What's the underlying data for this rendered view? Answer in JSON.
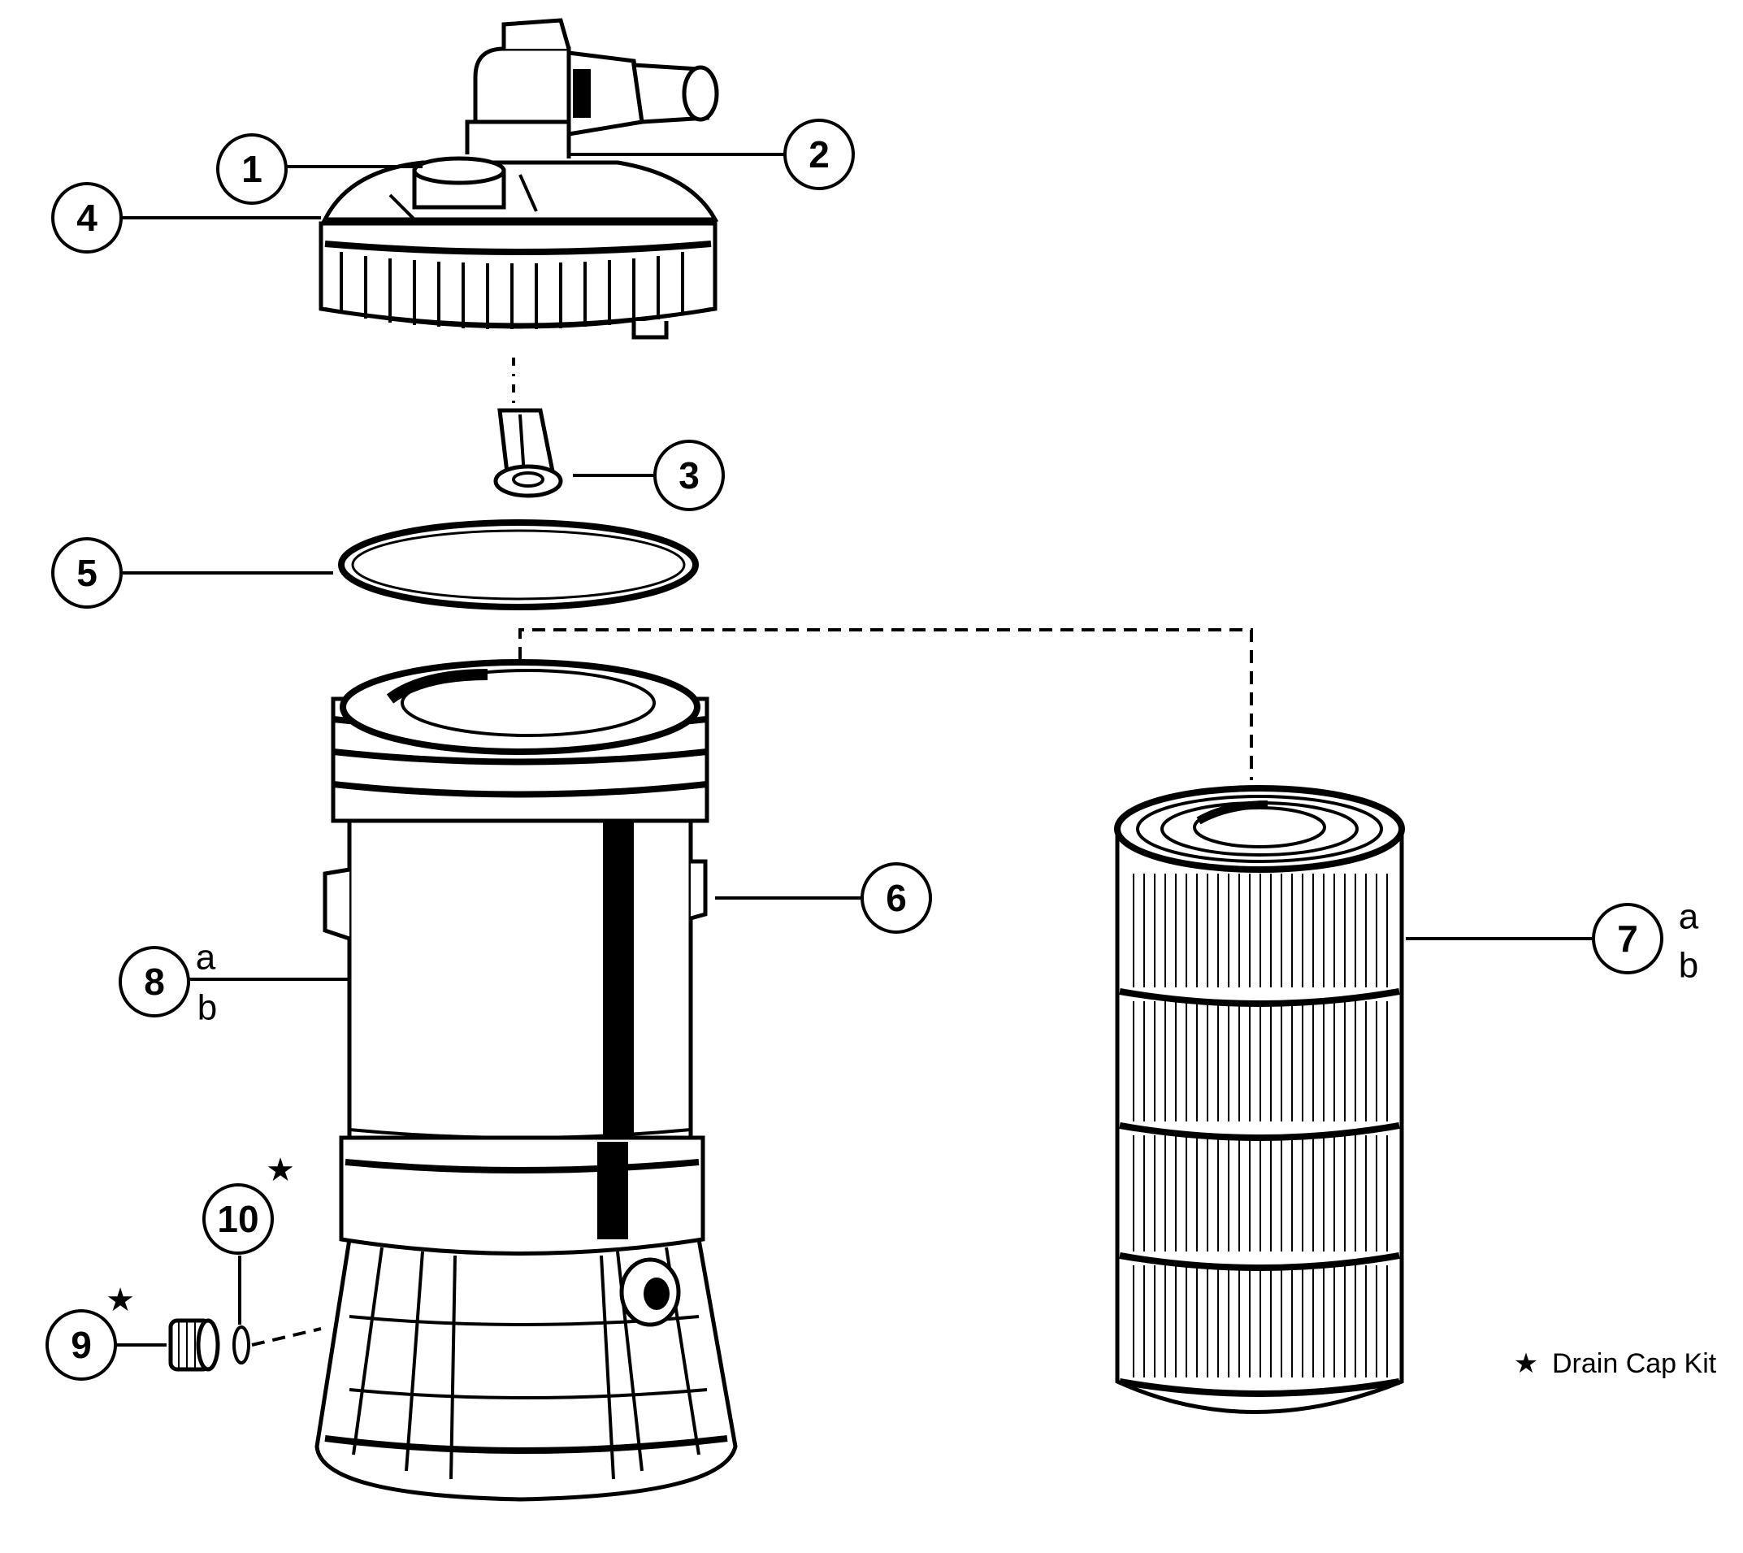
{
  "callouts": [
    {
      "id": "1",
      "label": "1"
    },
    {
      "id": "2",
      "label": "2"
    },
    {
      "id": "3",
      "label": "3"
    },
    {
      "id": "4",
      "label": "4"
    },
    {
      "id": "5",
      "label": "5"
    },
    {
      "id": "6",
      "label": "6"
    },
    {
      "id": "7",
      "label": "7",
      "sub": [
        "a",
        "b"
      ]
    },
    {
      "id": "8",
      "label": "8",
      "sub": [
        "a",
        "b"
      ]
    },
    {
      "id": "9",
      "label": "9",
      "star": true
    },
    {
      "id": "10",
      "label": "10",
      "star": true
    }
  ],
  "legend": {
    "symbol": "★",
    "text": "Drain Cap Kit"
  }
}
